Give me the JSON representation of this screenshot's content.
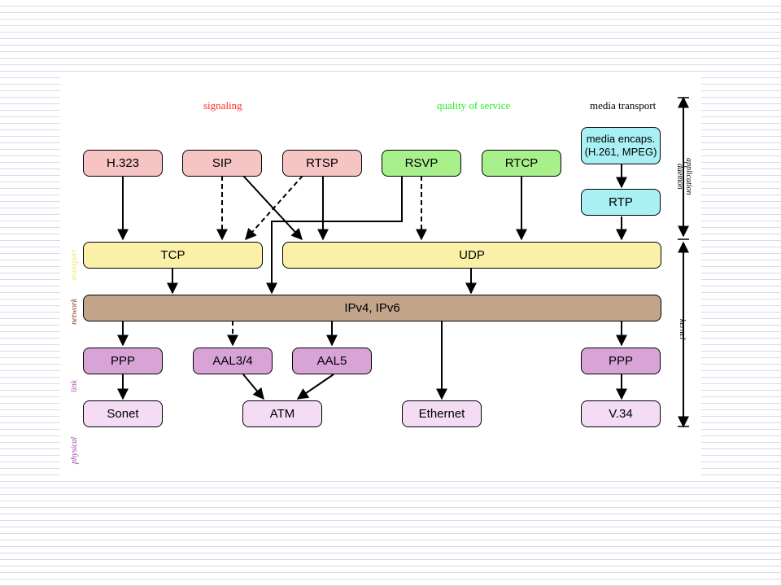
{
  "headers": {
    "signaling": "signaling",
    "qos": "quality of service",
    "media": "media transport"
  },
  "side_labels": {
    "transport": "transport",
    "network": "network",
    "link": "link",
    "physical": "physical",
    "application": "application",
    "daemon": "daemon",
    "kernel": "kernel"
  },
  "boxes": {
    "h323": "H.323",
    "sip": "SIP",
    "rtsp": "RTSP",
    "rsvp": "RSVP",
    "rtcp": "RTCP",
    "media_encaps_1": "media encaps.",
    "media_encaps_2": "(H.261, MPEG)",
    "rtp": "RTP",
    "tcp": "TCP",
    "udp": "UDP",
    "ip": "IPv4, IPv6",
    "ppp_left": "PPP",
    "aal34": "AAL3/4",
    "aal5": "AAL5",
    "ppp_right": "PPP",
    "sonet": "Sonet",
    "atm": "ATM",
    "ethernet": "Ethernet",
    "v34": "V.34"
  },
  "colors": {
    "signaling_fill": "#f7c4c4",
    "signaling_text": "#ff2a2a",
    "qos_fill": "#a8f08c",
    "qos_text": "#22ee22",
    "media_fill": "#a8f0f4",
    "transport_fill": "#faf0a8",
    "transport_text": "#f2e666",
    "network_fill": "#c2a48a",
    "network_text": "#8b3a1e",
    "link_fill": "#d8a4d8",
    "link_text": "#b050b0",
    "physical_fill": "#f4dcf4",
    "physical_text": "#a040b0"
  }
}
